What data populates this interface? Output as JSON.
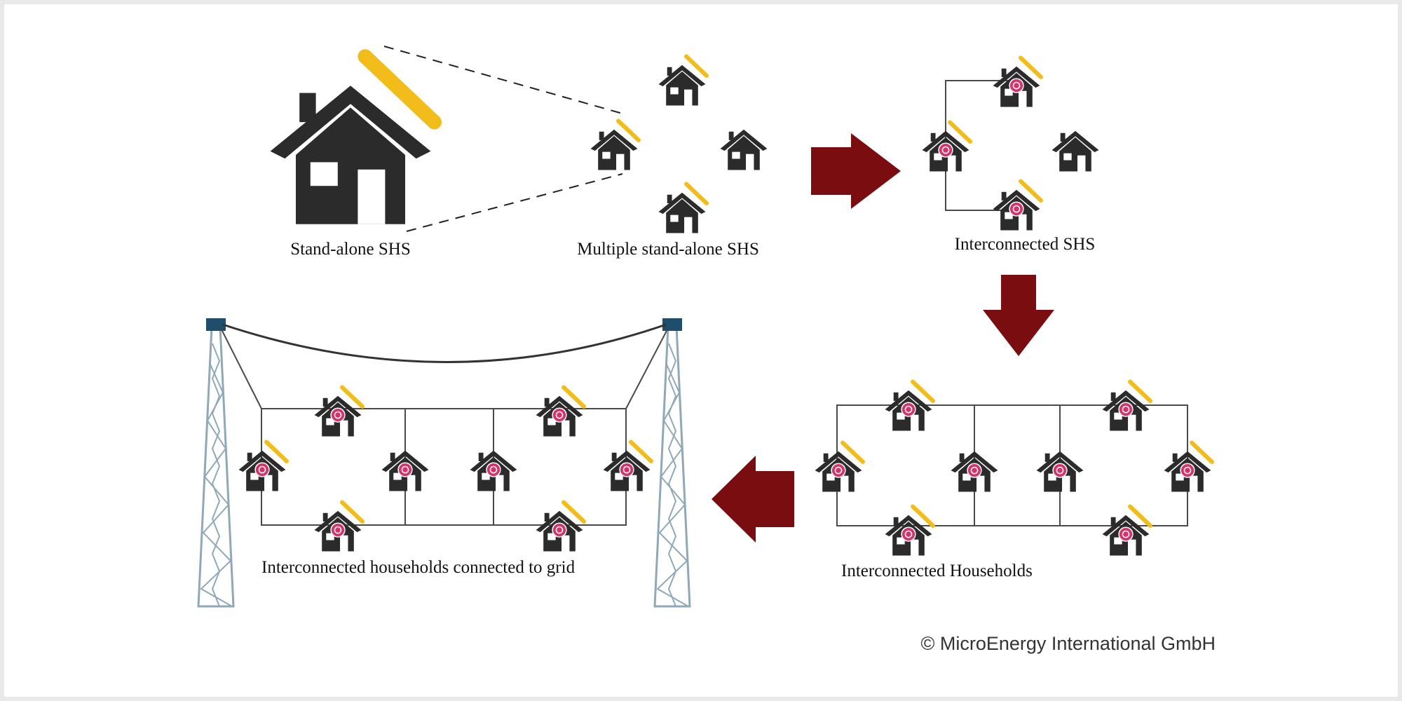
{
  "labels": {
    "standalone": "Stand-alone SHS",
    "multiple": "Multiple stand-alone SHS",
    "interconnected_shs": "Interconnected SHS",
    "interconnected_households": "Interconnected Households",
    "grid": "Interconnected households connected to grid"
  },
  "copyright": "© MicroEnergy International GmbH",
  "colors": {
    "house": "#2b2b2b",
    "solar_panel": "#f2bc1b",
    "arrow": "#7a0d10",
    "wire": "#4a4a4a",
    "tower": "#8fa9b8",
    "tower_cap": "#1f4e6b",
    "battery": "#d6336c"
  },
  "icons": [
    "house-icon",
    "solar-panel-icon",
    "battery-icon",
    "arrow-icon",
    "grid-tower-icon"
  ]
}
